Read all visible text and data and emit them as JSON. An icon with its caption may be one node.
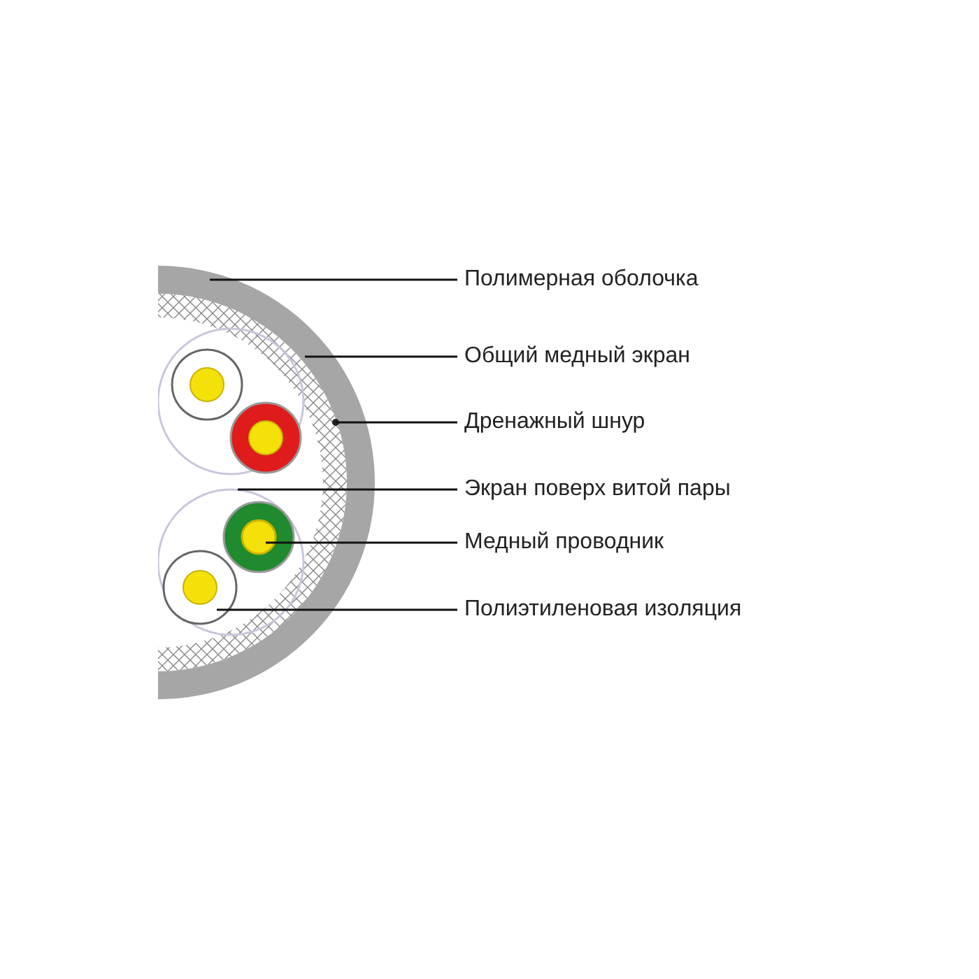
{
  "diagram": {
    "nodes": [
      {
        "text": [
          "Полимерная оболочка"
        ]
      },
      {
        "text": [
          "Общий медный экран"
        ]
      },
      {
        "text": [
          "Дренажный шнур"
        ]
      },
      {
        "text": [
          "Экран поверх витой пары"
        ]
      },
      {
        "text": [
          "Медный проводник"
        ]
      },
      {
        "text": [
          "Полиэтиленовая изоляция"
        ]
      },
      {
        "text": [],
        "shape": "band"
      },
      {
        "text": [],
        "shape": "band"
      },
      {
        "text": [],
        "shape": "circle",
        "in": 7
      },
      {
        "text": [],
        "shape": "circle"
      },
      {
        "text": [],
        "shape": "circle",
        "in": 9
      },
      {
        "text": [],
        "shape": "circle",
        "in": 9
      }
    ],
    "edges": [
      {
        "from": 0,
        "to": 6,
        "arrow": "none"
      },
      {
        "from": 1,
        "to": 7,
        "arrow": "none"
      },
      {
        "from": 2,
        "to": 8,
        "arrow": "none"
      },
      {
        "from": 3,
        "to": 9,
        "arrow": "none"
      },
      {
        "from": 4,
        "to": 10,
        "arrow": "none"
      },
      {
        "from": 5,
        "to": 11,
        "arrow": "none"
      }
    ]
  }
}
